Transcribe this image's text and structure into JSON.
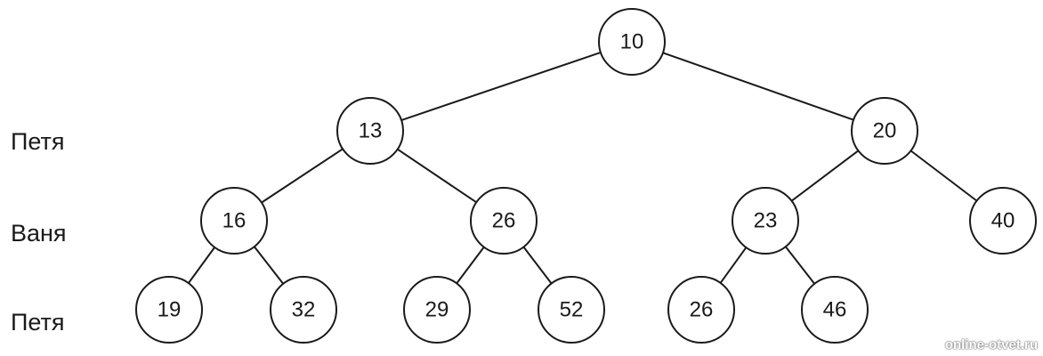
{
  "labels": [
    "Петя",
    "Ваня",
    "Петя"
  ],
  "watermark": "online-otvet.ru",
  "nodes": [
    {
      "id": "n10",
      "value": "10"
    },
    {
      "id": "n13",
      "value": "13"
    },
    {
      "id": "n20",
      "value": "20"
    },
    {
      "id": "n16",
      "value": "16"
    },
    {
      "id": "n26a",
      "value": "26"
    },
    {
      "id": "n23",
      "value": "23"
    },
    {
      "id": "n40",
      "value": "40"
    },
    {
      "id": "n19",
      "value": "19"
    },
    {
      "id": "n32",
      "value": "32"
    },
    {
      "id": "n29",
      "value": "29"
    },
    {
      "id": "n52",
      "value": "52"
    },
    {
      "id": "n26b",
      "value": "26"
    },
    {
      "id": "n46",
      "value": "46"
    }
  ],
  "edges": [
    [
      "n10",
      "n13"
    ],
    [
      "n10",
      "n20"
    ],
    [
      "n13",
      "n16"
    ],
    [
      "n13",
      "n26a"
    ],
    [
      "n20",
      "n23"
    ],
    [
      "n20",
      "n40"
    ],
    [
      "n16",
      "n19"
    ],
    [
      "n16",
      "n32"
    ],
    [
      "n26a",
      "n29"
    ],
    [
      "n26a",
      "n52"
    ],
    [
      "n23",
      "n26b"
    ],
    [
      "n23",
      "n46"
    ]
  ]
}
